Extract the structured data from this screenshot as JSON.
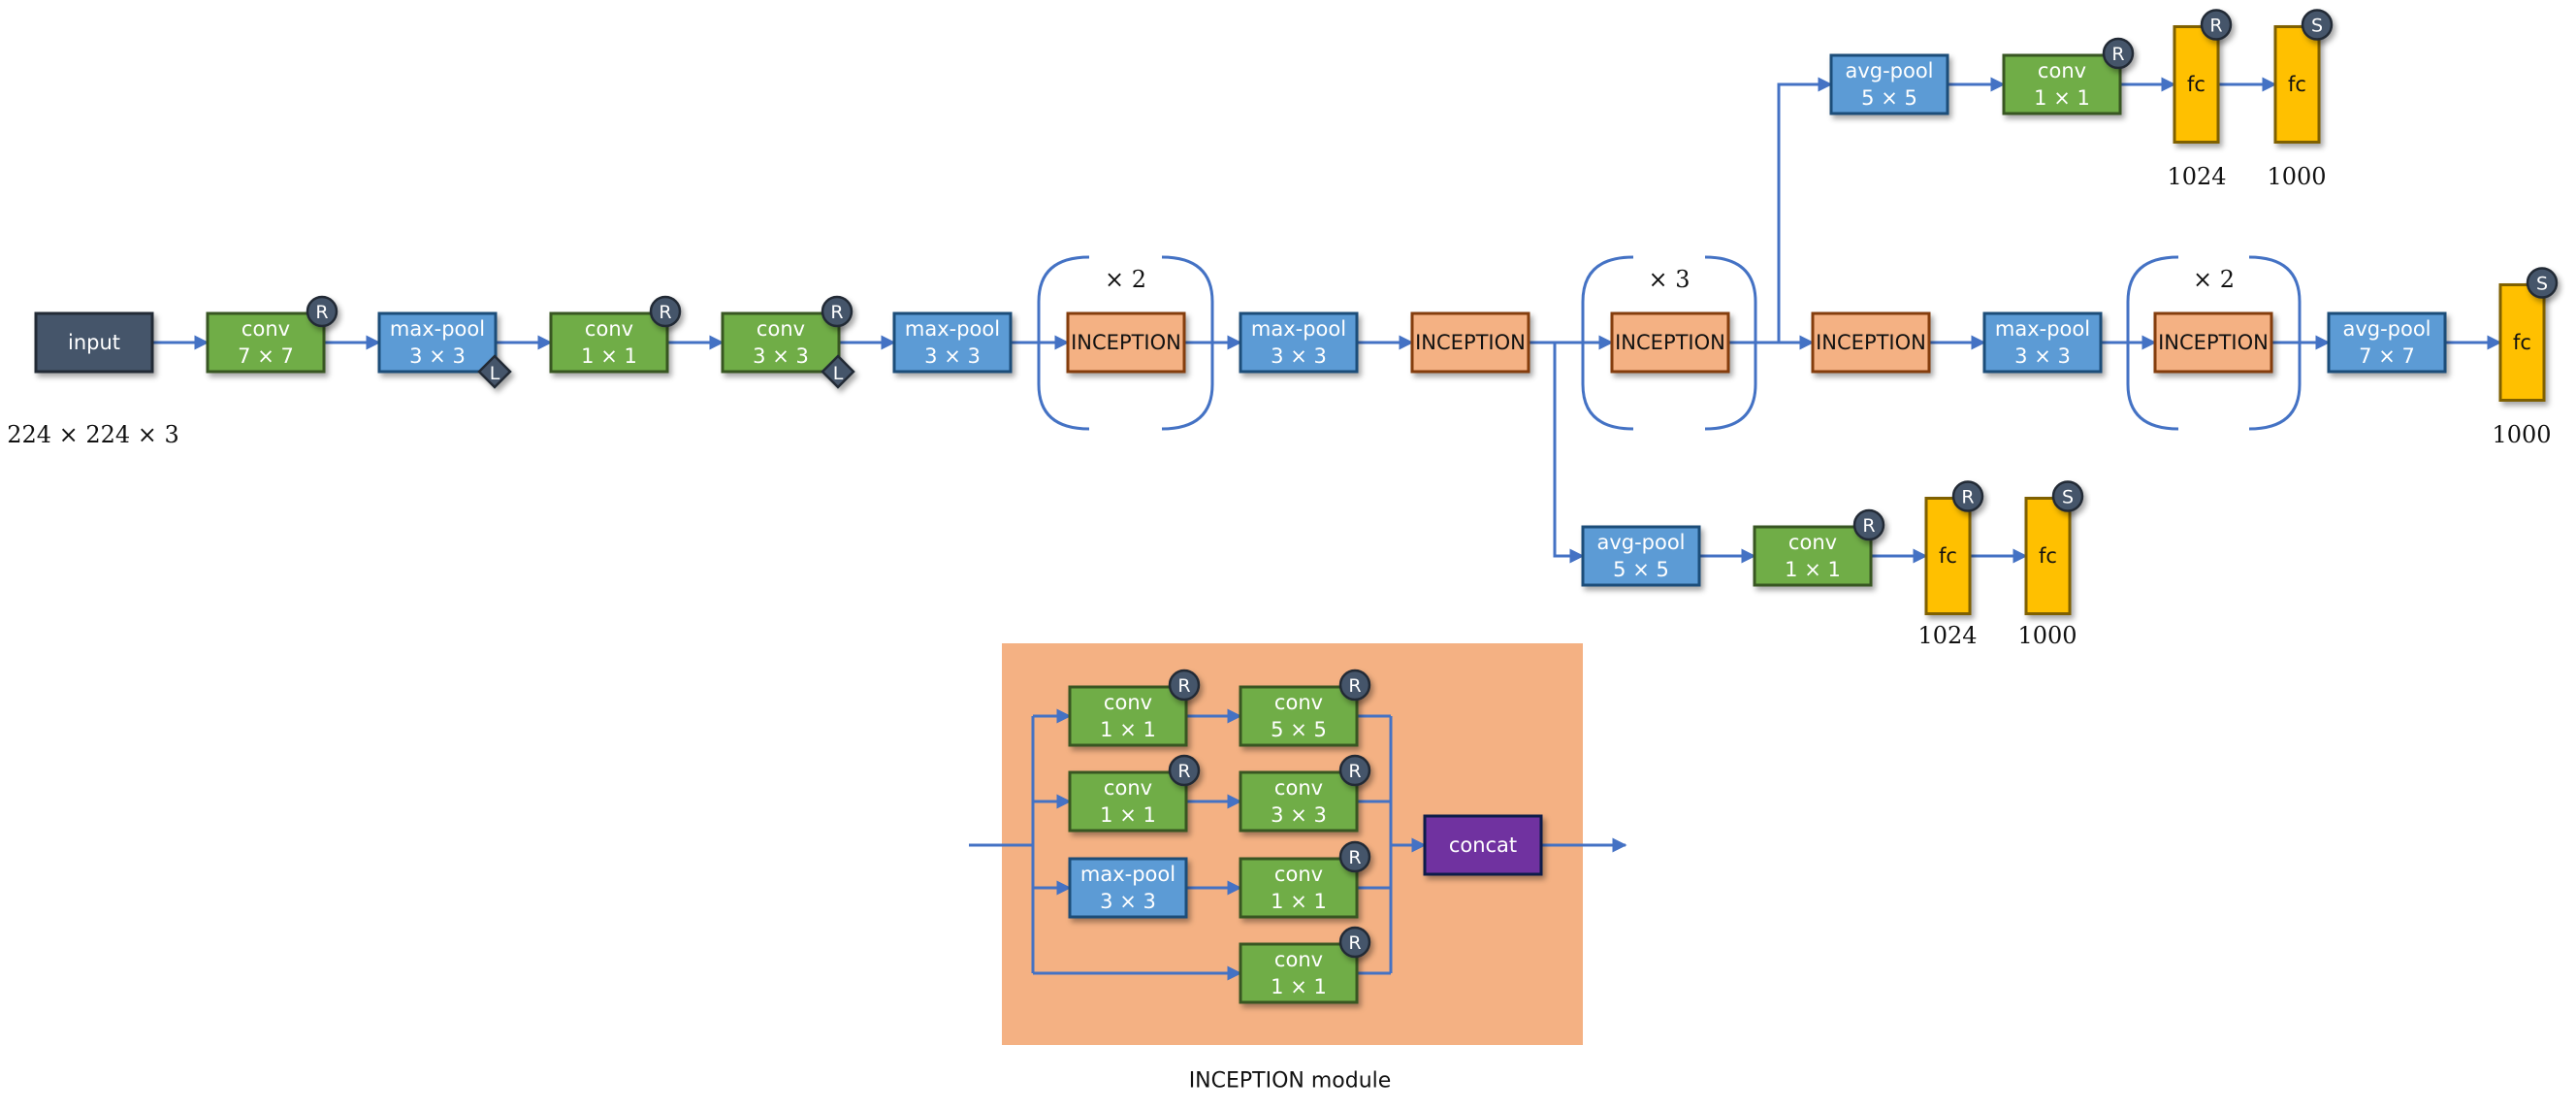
{
  "title": "GoogLeNet / Inception v1 architecture",
  "colors": {
    "input_fill": "#44546A",
    "input_stroke": "#222A35",
    "conv_fill": "#70AD47",
    "conv_stroke": "#375623",
    "pool_fill": "#5B9BD5",
    "pool_stroke": "#1F4E79",
    "inception_fill": "#F4B183",
    "inception_stroke": "#843C0C",
    "fc_fill": "#FFC000",
    "fc_stroke": "#7F6000",
    "concat_fill": "#7030A0",
    "concat_stroke": "#0D1A4A",
    "badge_fill": "#44546A",
    "badge_stroke": "#222A35",
    "edge": "#4472C4",
    "module_bg": "#F4B183"
  },
  "main_row": {
    "nodes": [
      {
        "id": "input",
        "type": "input",
        "line1": "input",
        "line2": ""
      },
      {
        "id": "conv1",
        "type": "conv",
        "line1": "conv",
        "line2": "7 × 7",
        "badge": "R"
      },
      {
        "id": "pool1",
        "type": "pool",
        "line1": "max-pool",
        "line2": "3 × 3",
        "diamond": "L"
      },
      {
        "id": "conv2",
        "type": "conv",
        "line1": "conv",
        "line2": "1 × 1",
        "badge": "R"
      },
      {
        "id": "conv3",
        "type": "conv",
        "line1": "conv",
        "line2": "3 × 3",
        "badge": "R",
        "diamond": "L"
      },
      {
        "id": "pool2",
        "type": "pool",
        "line1": "max-pool",
        "line2": "3 × 3"
      },
      {
        "id": "inc3",
        "type": "inception",
        "line1": "INCEPTION",
        "line2": ""
      },
      {
        "id": "pool3",
        "type": "pool",
        "line1": "max-pool",
        "line2": "3 × 3"
      },
      {
        "id": "inc4a",
        "type": "inception",
        "line1": "INCEPTION",
        "line2": ""
      },
      {
        "id": "inc4bcd",
        "type": "inception",
        "line1": "INCEPTION",
        "line2": ""
      },
      {
        "id": "inc4e",
        "type": "inception",
        "line1": "INCEPTION",
        "line2": ""
      },
      {
        "id": "pool4",
        "type": "pool",
        "line1": "max-pool",
        "line2": "3 × 3"
      },
      {
        "id": "inc5",
        "type": "inception",
        "line1": "INCEPTION",
        "line2": ""
      },
      {
        "id": "avgpool",
        "type": "pool",
        "line1": "avg-pool",
        "line2": "7 × 7"
      },
      {
        "id": "fc_out",
        "type": "fc",
        "line1": "fc",
        "line2": "",
        "badge": "S"
      }
    ],
    "repeats": [
      {
        "id": "rep1",
        "label": "× 2",
        "wraps": "inc3"
      },
      {
        "id": "rep2",
        "label": "× 3",
        "wraps": "inc4bcd"
      },
      {
        "id": "rep3",
        "label": "× 2",
        "wraps": "inc5"
      }
    ],
    "input_dim_label": "224 × 224 × 3",
    "output_dim_label": "1000"
  },
  "aux_top": {
    "nodes": [
      {
        "id": "aux2_pool",
        "type": "pool",
        "line1": "avg-pool",
        "line2": "5 × 5"
      },
      {
        "id": "aux2_conv",
        "type": "conv",
        "line1": "conv",
        "line2": "1 × 1",
        "badge": "R"
      },
      {
        "id": "aux2_fc1",
        "type": "fc",
        "line1": "fc",
        "line2": "",
        "badge": "R"
      },
      {
        "id": "aux2_fc2",
        "type": "fc",
        "line1": "fc",
        "line2": "",
        "badge": "S"
      }
    ],
    "dim_labels": {
      "aux2_fc1": "1024",
      "aux2_fc2": "1000"
    }
  },
  "aux_bottom": {
    "nodes": [
      {
        "id": "aux1_pool",
        "type": "pool",
        "line1": "avg-pool",
        "line2": "5 × 5"
      },
      {
        "id": "aux1_conv",
        "type": "conv",
        "line1": "conv",
        "line2": "1 × 1",
        "badge": "R"
      },
      {
        "id": "aux1_fc1",
        "type": "fc",
        "line1": "fc",
        "line2": "",
        "badge": "R"
      },
      {
        "id": "aux1_fc2",
        "type": "fc",
        "line1": "fc",
        "line2": "",
        "badge": "S"
      }
    ],
    "dim_labels": {
      "aux1_fc1": "1024",
      "aux1_fc2": "1000"
    }
  },
  "inception_module": {
    "caption": "INCEPTION module",
    "nodes": [
      {
        "id": "m_c11a",
        "type": "conv",
        "line1": "conv",
        "line2": "1 × 1",
        "badge": "R"
      },
      {
        "id": "m_c55",
        "type": "conv",
        "line1": "conv",
        "line2": "5 × 5",
        "badge": "R"
      },
      {
        "id": "m_c11b",
        "type": "conv",
        "line1": "conv",
        "line2": "1 × 1",
        "badge": "R"
      },
      {
        "id": "m_c33",
        "type": "conv",
        "line1": "conv",
        "line2": "3 × 3",
        "badge": "R"
      },
      {
        "id": "m_pool",
        "type": "pool",
        "line1": "max-pool",
        "line2": "3 × 3"
      },
      {
        "id": "m_c11c",
        "type": "conv",
        "line1": "conv",
        "line2": "1 × 1",
        "badge": "R"
      },
      {
        "id": "m_c11d",
        "type": "conv",
        "line1": "conv",
        "line2": "1 × 1",
        "badge": "R"
      },
      {
        "id": "m_concat",
        "type": "concat",
        "line1": "concat",
        "line2": ""
      }
    ]
  }
}
